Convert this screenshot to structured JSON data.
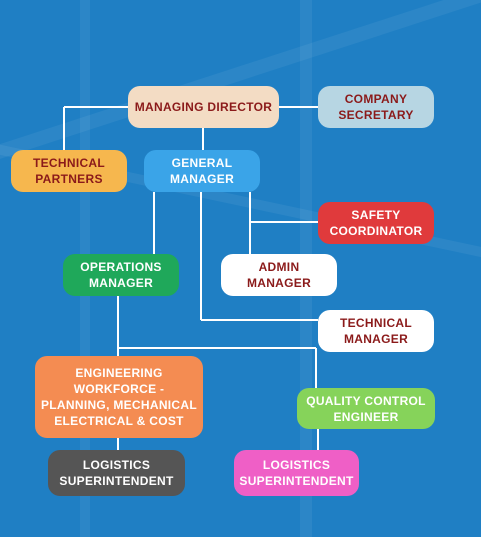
{
  "colors": {
    "background": "#1f7fc4",
    "connector": "#ffffff",
    "dark_red_text": "#8b1a1a",
    "white_text": "#ffffff",
    "dark_text": "#222222"
  },
  "nodes": {
    "managing_director": {
      "label": "MANAGING DIRECTOR",
      "fill": "#f3dcc4",
      "text": "#8b1a1a"
    },
    "company_secretary": {
      "label": "COMPANY\nSECRETARY",
      "fill": "#b7d6e3",
      "text": "#8b1a1a"
    },
    "technical_partners": {
      "label": "TECHNICAL\nPARTNERS",
      "fill": "#f6b74e",
      "text": "#8b1a1a"
    },
    "general_manager": {
      "label": "GENERAL\nMANAGER",
      "fill": "#3aa4e8",
      "text": "#ffffff"
    },
    "safety_coordinator": {
      "label": "SAFETY\nCOORDINATOR",
      "fill": "#e03a3c",
      "text": "#ffffff"
    },
    "operations_manager": {
      "label": "OPERATIONS\nMANAGER",
      "fill": "#1fa85a",
      "text": "#ffffff"
    },
    "admin_manager": {
      "label": "ADMIN\nMANAGER",
      "fill": "#ffffff",
      "text": "#8b1a1a"
    },
    "technical_manager": {
      "label": "TECHNICAL\nMANAGER",
      "fill": "#ffffff",
      "text": "#8b1a1a"
    },
    "engineering_workforce": {
      "label": "ENGINEERING\nWORKFORCE -\nPLANNING, MECHANICAL\nELECTRICAL & COST",
      "fill": "#f48c52",
      "text": "#ffffff"
    },
    "quality_control_engineer": {
      "label": "QUALITY  CONTROL\nENGINEER",
      "fill": "#86d35a",
      "text": "#ffffff"
    },
    "logistics_superintendent_left": {
      "label": "LOGISTICS\nSUPERINTENDENT",
      "fill": "#555555",
      "text": "#ffffff"
    },
    "logistics_superintendent_right": {
      "label": "LOGISTICS\nSUPERINTENDENT",
      "fill": "#ef5fc6",
      "text": "#ffffff"
    }
  }
}
